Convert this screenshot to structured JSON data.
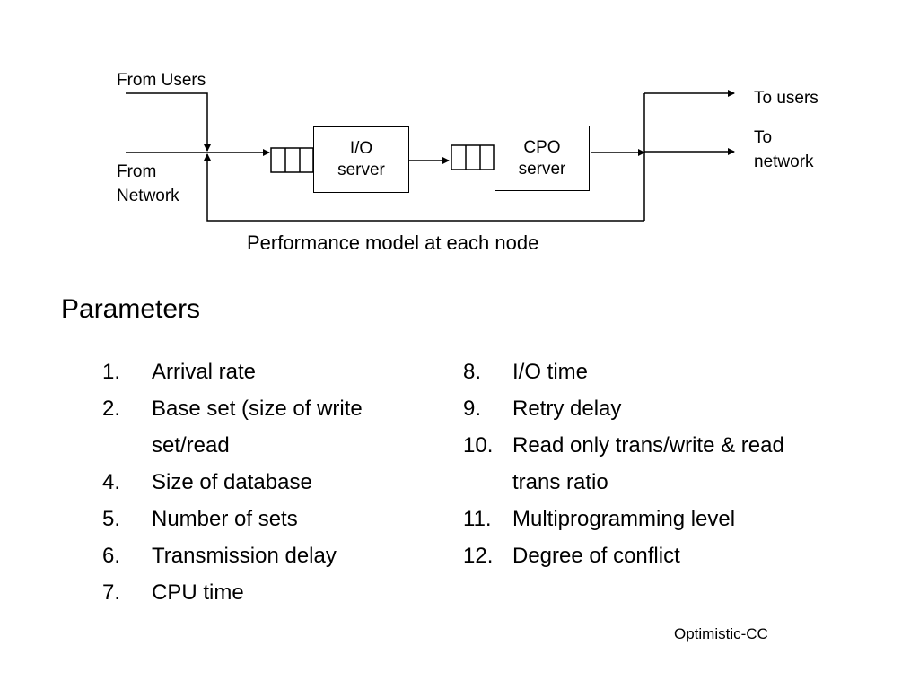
{
  "diagram": {
    "from_users": "From Users",
    "from_network_line1": "From",
    "from_network_line2": "Network",
    "to_users": "To users",
    "to_network_line1": "To",
    "to_network_line2": "network",
    "io_server_line1": "I/O",
    "io_server_line2": "server",
    "cpo_server_line1": "CPO",
    "cpo_server_line2": "server",
    "caption": "Performance model at each node"
  },
  "parameters": {
    "heading": "Parameters",
    "left": [
      {
        "num": "1.",
        "text": "Arrival rate"
      },
      {
        "num": "2.",
        "text": "Base set (size of write\nset/read"
      },
      {
        "num": "4.",
        "text": "Size of database"
      },
      {
        "num": "5.",
        "text": "Number of sets"
      },
      {
        "num": "6.",
        "text": "Transmission delay"
      },
      {
        "num": "7.",
        "text": "CPU time"
      }
    ],
    "right": [
      {
        "num": "8.",
        "text": "I/O time"
      },
      {
        "num": "9.",
        "text": "Retry delay"
      },
      {
        "num": "10.",
        "text": "Read only trans/write & read\ntrans ratio"
      },
      {
        "num": "11.",
        "text": "Multiprogramming level"
      },
      {
        "num": "12.",
        "text": "Degree of conflict"
      }
    ]
  },
  "footer": "Optimistic-CC"
}
